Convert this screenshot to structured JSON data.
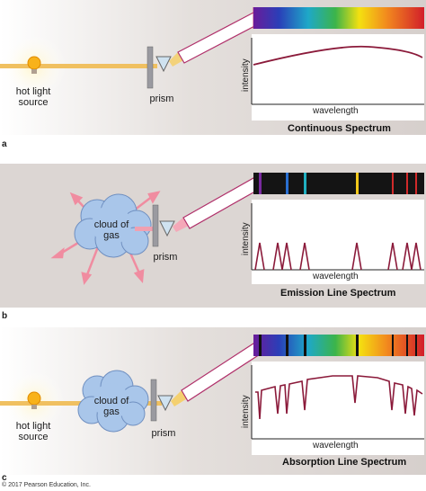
{
  "panels": {
    "a": {
      "letter": "a",
      "source_label_line1": "hot light",
      "source_label_line2": "source",
      "prism_label": "prism",
      "ylabel": "intensity",
      "xlabel": "wavelength",
      "title": "Continuous Spectrum"
    },
    "b": {
      "letter": "b",
      "cloud_label_line1": "cloud of",
      "cloud_label_line2": "gas",
      "prism_label": "prism",
      "ylabel": "intensity",
      "xlabel": "wavelength",
      "title": "Emission Line Spectrum"
    },
    "c": {
      "letter": "c",
      "source_label_line1": "hot light",
      "source_label_line2": "source",
      "cloud_label_line1": "cloud of",
      "cloud_label_line2": "gas",
      "prism_label": "prism",
      "ylabel": "intensity",
      "xlabel": "wavelength",
      "title": "Absorption Line Spectrum"
    }
  },
  "copyright": "© 2017 Pearson Education, Inc.",
  "colors": {
    "curve": "#8b1a3a",
    "panel_bg": "#dcd6d3",
    "beam": "#f0c060",
    "emission_beam": "#f0a0b0",
    "cloud": "#a9c6ea",
    "connector": "#c0407a"
  }
}
